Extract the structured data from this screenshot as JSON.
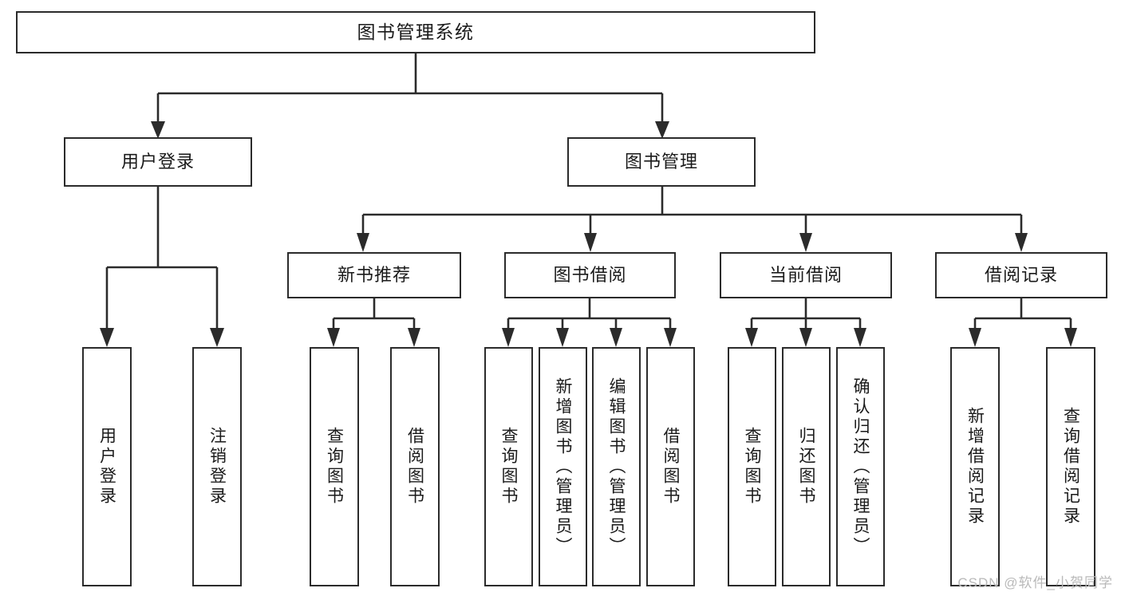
{
  "diagram": {
    "type": "tree",
    "title": "图书管理系统",
    "orientation": "top-down",
    "colors": {
      "stroke": "#2b2b2b",
      "fill": "#ffffff",
      "text": "#1a1a1a",
      "watermark": "#b9b9b9"
    },
    "root": {
      "label": "图书管理系统"
    },
    "level2": [
      {
        "label": "用户登录"
      },
      {
        "label": "图书管理"
      }
    ],
    "level3": [
      {
        "label": "新书推荐"
      },
      {
        "label": "图书借阅"
      },
      {
        "label": "当前借阅"
      },
      {
        "label": "借阅记录"
      }
    ],
    "leaves": {
      "user_login": [
        {
          "label": "用户登录"
        },
        {
          "label": "注销登录"
        }
      ],
      "new_book": [
        {
          "label": "查询图书"
        },
        {
          "label": "借阅图书"
        }
      ],
      "borrow_book": [
        {
          "label": "查询图书"
        },
        {
          "label": "新增图书（管理员）"
        },
        {
          "label": "编辑图书（管理员）"
        },
        {
          "label": "借阅图书"
        }
      ],
      "current_borrow": [
        {
          "label": "查询图书"
        },
        {
          "label": "归还图书"
        },
        {
          "label": "确认归还（管理员）"
        }
      ],
      "borrow_record": [
        {
          "label": "新增借阅记录"
        },
        {
          "label": "查询借阅记录"
        }
      ]
    }
  },
  "watermark": {
    "text": "CSDN @软件_小贺同学"
  }
}
